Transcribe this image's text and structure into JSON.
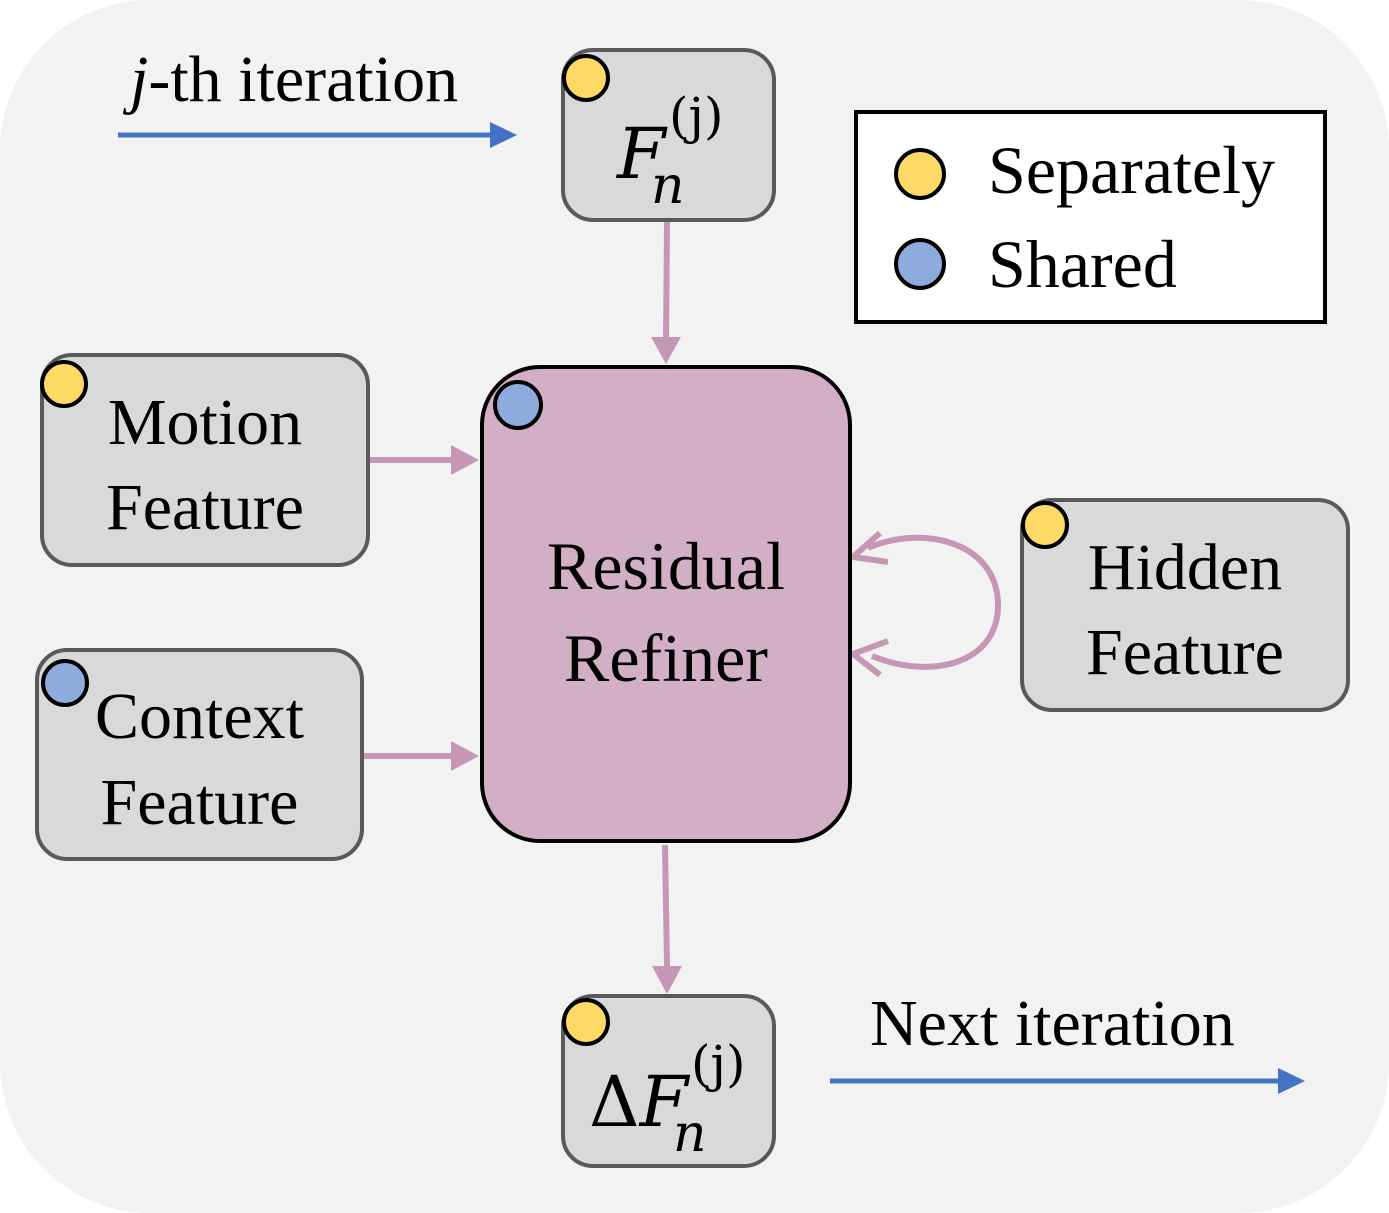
{
  "iteration": {
    "current": "-th iteration",
    "current_var": "j",
    "next": "Next iteration"
  },
  "inputs": {
    "flow": {
      "symbol": "F",
      "subscript": "n",
      "superscript": "(j)"
    },
    "motion": {
      "line1": "Motion",
      "line2": "Feature"
    },
    "context": {
      "line1": "Context",
      "line2": "Feature"
    },
    "hidden": {
      "line1": "Hidden",
      "line2": "Feature"
    }
  },
  "refiner": {
    "line1": "Residual",
    "line2": "Refiner"
  },
  "output": {
    "delta": "Δ",
    "symbol": "F",
    "subscript": "n",
    "superscript": "(j)"
  },
  "legend": {
    "separately": "Separately",
    "shared": "Shared"
  },
  "colors": {
    "separately": "#ffd966",
    "shared": "#8faadc",
    "refiner": "#d2afc5",
    "arrow": "#c697b5",
    "iteration_arrow": "#4472c4"
  }
}
